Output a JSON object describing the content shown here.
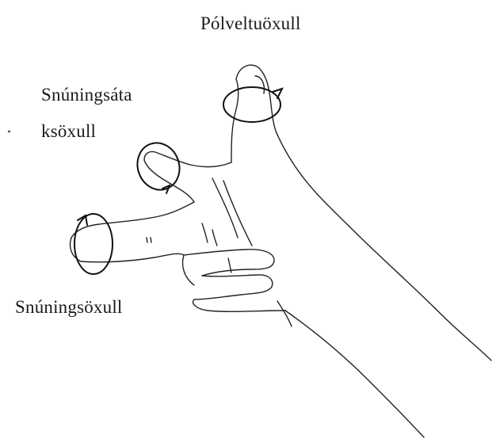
{
  "labels": {
    "top_axis": "Pólveltuöxull",
    "middle_axis_line1": "Snúningsáta",
    "middle_axis_line2": "ksöxull",
    "bottom_axis": "Snúningsöxull"
  },
  "colors": {
    "ink": "#222222",
    "background": "#ffffff"
  }
}
